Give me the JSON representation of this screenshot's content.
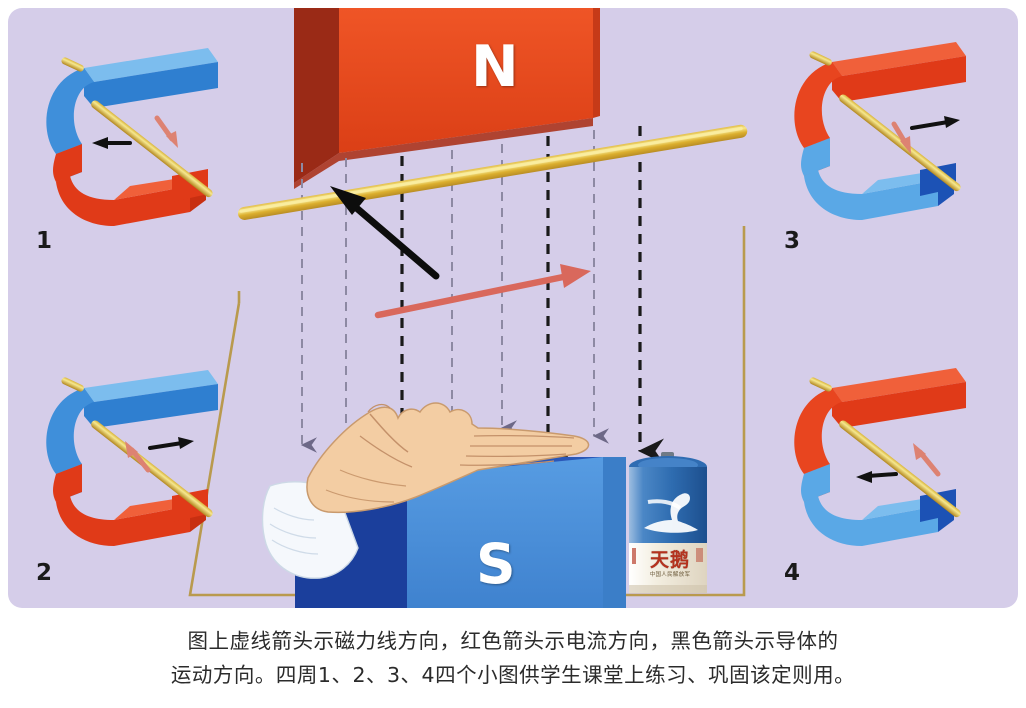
{
  "document": {
    "title": "左手定则示意图",
    "background_color": "#d5cde9",
    "page_background": "#ffffff"
  },
  "caption": {
    "line1": "图上虚线箭头示磁力线方向，红色箭头示电流方向，黑色箭头示导体的",
    "line2": "运动方向。四周1、2、3、4四个小图供学生课堂上练习、巩固该定则用。",
    "text_color": "#2b2b2b"
  },
  "main_scene": {
    "north_pole": {
      "label": "N",
      "face_color": "#e8481f",
      "side_color": "#8e2616",
      "top_color": "#c03b1c"
    },
    "south_pole": {
      "label": "S",
      "face_color": "#4f95dd",
      "side_color": "#1c44a8",
      "top_color": "#2d6ec4"
    },
    "conductor_rod": {
      "name": "导体棒",
      "color": "#e0b63a",
      "highlight_color": "#f6e27a"
    },
    "motion_arrow": {
      "name": "运动方向",
      "color": "#0d0d0d",
      "direction": "up-left"
    },
    "current_arrow": {
      "name": "电流方向",
      "color": "#d9685c",
      "direction": "right"
    },
    "field_lines": {
      "name": "磁力线",
      "style": "dashed",
      "direction": "downward",
      "dark_color": "#1a1a1a",
      "light_color": "#8d89a3",
      "count": 8
    },
    "hand": {
      "name": "左手",
      "skin_color": "#f3cfa8",
      "cuff_color": "#f2f6fb"
    },
    "circuit_wire": {
      "color": "#b99a4e"
    },
    "battery": {
      "brand": "天鹅",
      "sub_text": "中国人民解放军",
      "body_color": "#3f7fc0",
      "label_color": "#f1ece0",
      "brand_color": "#b4321e"
    }
  },
  "mini_diagrams": [
    {
      "number": "1",
      "top_pole_color": "#2f7fd0",
      "top_pole_color_light": "#64aee8",
      "bottom_pole_color": "#e03a18",
      "bottom_pole_color_light": "#f05a30",
      "black_arrow_direction": "left",
      "red_arrow_direction": "down-right"
    },
    {
      "number": "2",
      "top_pole_color": "#2f7fd0",
      "top_pole_color_light": "#64aee8",
      "bottom_pole_color": "#e03a18",
      "bottom_pole_color_light": "#f05a30",
      "black_arrow_direction": "right",
      "red_arrow_direction": "up-left"
    },
    {
      "number": "3",
      "top_pole_color": "#e03a18",
      "top_pole_color_light": "#f05a30",
      "bottom_pole_color": "#1c52b5",
      "bottom_pole_color_light": "#64aee8",
      "black_arrow_direction": "right",
      "red_arrow_direction": "down-left"
    },
    {
      "number": "4",
      "top_pole_color": "#e03a18",
      "top_pole_color_light": "#f05a30",
      "bottom_pole_color": "#1c52b5",
      "bottom_pole_color_light": "#64aee8",
      "black_arrow_direction": "left",
      "red_arrow_direction": "up-right"
    }
  ]
}
